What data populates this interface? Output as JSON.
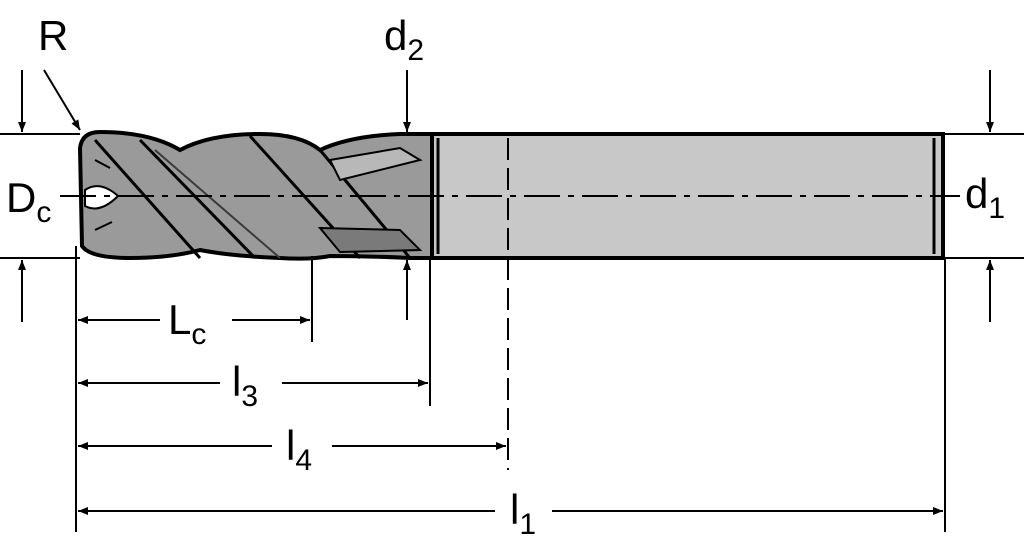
{
  "labels": {
    "R": "R",
    "d2_main": "d",
    "d2_sub": "2",
    "Dc_main": "D",
    "Dc_sub": "c",
    "d1_main": "d",
    "d1_sub": "1",
    "Lc_main": "L",
    "Lc_sub": "c",
    "l3_main": "l",
    "l3_sub": "3",
    "l4_main": "l",
    "l4_sub": "4",
    "l1_main": "l",
    "l1_sub": "1"
  },
  "colors": {
    "shank_fill": "#c8c8c8",
    "flute_fill": "#9a9a9a",
    "flute_dark": "#7a7a7a",
    "line": "#000000"
  }
}
